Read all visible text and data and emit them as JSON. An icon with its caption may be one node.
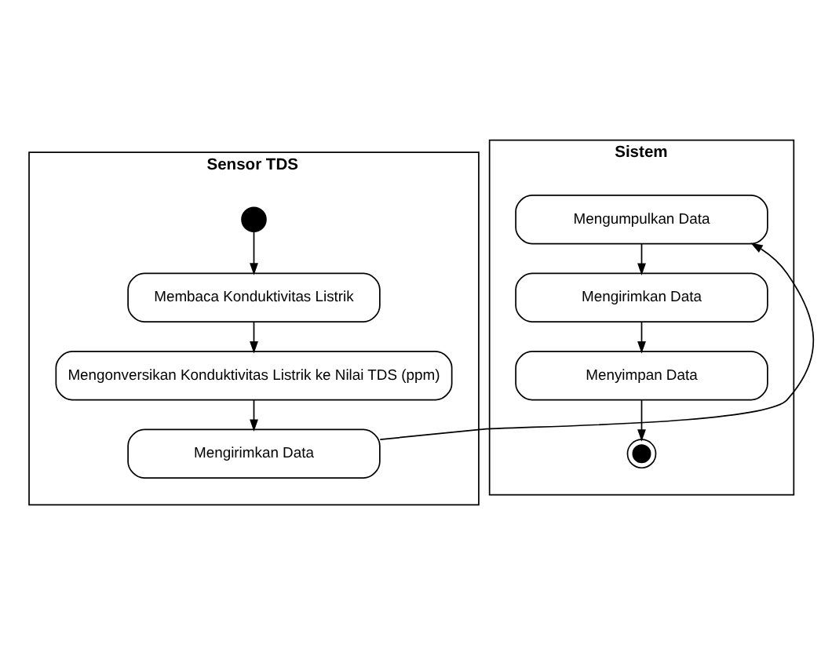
{
  "diagram": {
    "nodes": [
      {
        "text": [
          "Sensor TDS"
        ]
      },
      {
        "text": [
          "Sistem"
        ]
      },
      {
        "text": [],
        "shape": "circle",
        "in": 0
      },
      {
        "text": [
          "Membaca Konduktivitas Listrik"
        ],
        "in": 0
      },
      {
        "text": [
          "Mengonversikan Konduktivitas Listrik ke Nilai TDS (ppm)"
        ],
        "in": 0
      },
      {
        "text": [
          "Mengirimkan Data"
        ],
        "in": 0
      },
      {
        "text": [
          "Mengumpulkan Data"
        ],
        "in": 1
      },
      {
        "text": [
          "Mengirimkan Data"
        ],
        "in": 1
      },
      {
        "text": [
          "Menyimpan Data"
        ],
        "in": 1
      },
      {
        "text": [],
        "shape": "bullseye",
        "in": 1
      }
    ],
    "edges": [
      {
        "from": 2,
        "to": 3,
        "arrow": "to"
      },
      {
        "from": 3,
        "to": 4,
        "arrow": "to"
      },
      {
        "from": 4,
        "to": 5,
        "arrow": "to"
      },
      {
        "from": 5,
        "to": 6,
        "arrow": "to"
      },
      {
        "from": 6,
        "to": 7,
        "arrow": "to"
      },
      {
        "from": 7,
        "to": 8,
        "arrow": "to"
      },
      {
        "from": 8,
        "to": 9,
        "arrow": "to"
      }
    ]
  }
}
